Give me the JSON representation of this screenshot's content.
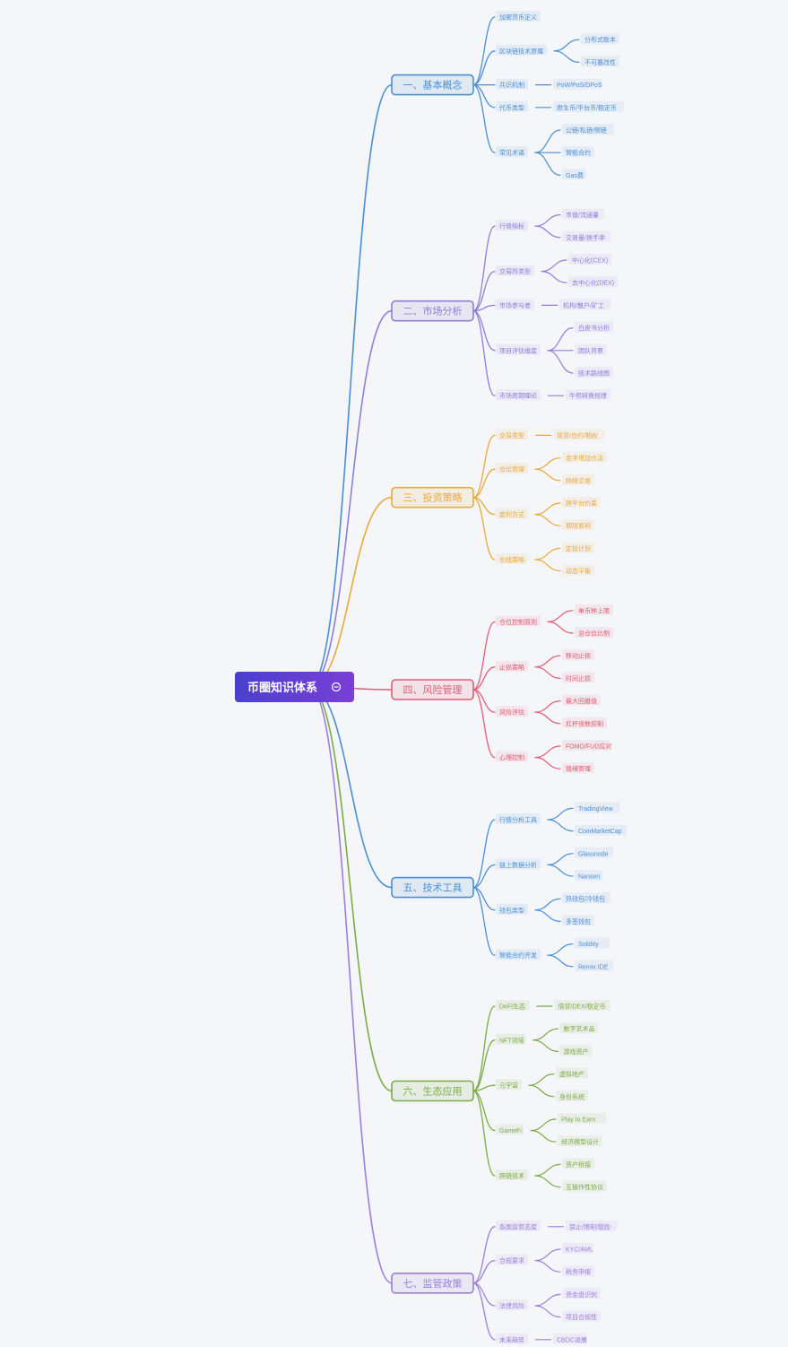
{
  "root": {
    "label": "币圈知识体系",
    "icon": "expand-icon"
  },
  "branches": [
    {
      "label": "一、基本概念",
      "color": "#4a8fd6",
      "children": [
        {
          "label": "加密货币定义",
          "children": []
        },
        {
          "label": "区块链技术原理",
          "children": [
            "分布式账本",
            "不可篡改性"
          ]
        },
        {
          "label": "共识机制",
          "children": [
            "PoW/PoS/DPoS"
          ]
        },
        {
          "label": "代币类型",
          "children": [
            "原生币/平台币/稳定币"
          ]
        },
        {
          "label": "常见术语",
          "children": [
            "公链/私链/侧链",
            "智能合约",
            "Gas费"
          ]
        }
      ]
    },
    {
      "label": "二、市场分析",
      "color": "#8c7fd9",
      "children": [
        {
          "label": "行情指标",
          "children": [
            "市值/流通量",
            "交易量/换手率"
          ]
        },
        {
          "label": "交易所类型",
          "children": [
            "中心化(CEX)",
            "去中心化(DEX)"
          ]
        },
        {
          "label": "市场参与者",
          "children": [
            "机构/散户/矿工"
          ]
        },
        {
          "label": "项目评估维度",
          "children": [
            "白皮书分析",
            "团队背景",
            "技术路线图"
          ]
        },
        {
          "label": "市场周期理论",
          "children": [
            "牛熊转换规律"
          ]
        }
      ]
    },
    {
      "label": "三、投资策略",
      "color": "#e8a93c",
      "children": [
        {
          "label": "交易类型",
          "children": [
            "现货/合约/期权"
          ]
        },
        {
          "label": "仓位管理",
          "children": [
            "金字塔加仓法",
            "网格交易"
          ]
        },
        {
          "label": "套利方式",
          "children": [
            "跨平台价差",
            "期现套利"
          ]
        },
        {
          "label": "长线策略",
          "children": [
            "定投计划",
            "动态平衡"
          ]
        }
      ]
    },
    {
      "label": "四、风险管理",
      "color": "#e05c73",
      "children": [
        {
          "label": "仓位控制原则",
          "children": [
            "单币种上限",
            "总仓位比例"
          ]
        },
        {
          "label": "止损策略",
          "children": [
            "移动止损",
            "时间止损"
          ]
        },
        {
          "label": "风险评估",
          "children": [
            "最大回撤值",
            "杠杆倍数控制"
          ]
        },
        {
          "label": "心理控制",
          "children": [
            "FOMO/FUD应对",
            "情绪管理"
          ]
        }
      ]
    },
    {
      "label": "五、技术工具",
      "color": "#4a8fd6",
      "children": [
        {
          "label": "行情分析工具",
          "children": [
            "TradingView",
            "CoinMarketCap"
          ]
        },
        {
          "label": "链上数据分析",
          "children": [
            "Glassnode",
            "Nansen"
          ]
        },
        {
          "label": "钱包类型",
          "children": [
            "热钱包/冷钱包",
            "多签钱包"
          ]
        },
        {
          "label": "智能合约开发",
          "children": [
            "Solidity",
            "Remix IDE"
          ]
        }
      ]
    },
    {
      "label": "六、生态应用",
      "color": "#7bab45",
      "children": [
        {
          "label": "DeFi生态",
          "children": [
            "借贷/DEX/稳定币"
          ]
        },
        {
          "label": "NFT领域",
          "children": [
            "数字艺术品",
            "游戏资产"
          ]
        },
        {
          "label": "元宇宙",
          "children": [
            "虚拟地产",
            "身份系统"
          ]
        },
        {
          "label": "GameFi",
          "children": [
            "Play to Earn",
            "经济模型设计"
          ]
        },
        {
          "label": "跨链技术",
          "children": [
            "资产桥接",
            "互操作性协议"
          ]
        }
      ]
    },
    {
      "label": "七、监管政策",
      "color": "#9c7fd9",
      "children": [
        {
          "label": "各国监管态度",
          "children": [
            "禁止/限制/鼓励"
          ]
        },
        {
          "label": "合规要求",
          "children": [
            "KYC/AML",
            "税务申报"
          ]
        },
        {
          "label": "法律风险",
          "children": [
            "资金盘识别",
            "项目合规性"
          ]
        },
        {
          "label": "未来趋势",
          "children": [
            "CBDC进展"
          ]
        }
      ]
    }
  ]
}
